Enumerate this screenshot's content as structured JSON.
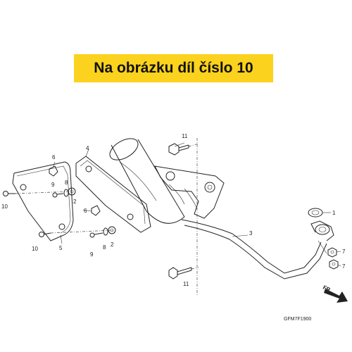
{
  "banner": {
    "text": "Na obrázku díl číslo 10",
    "background": "#fbd21d"
  },
  "diagram_code": "GFM7F1900",
  "direction_label": "FR.",
  "part_labels": {
    "p1": "1",
    "p2a": "2",
    "p2b": "2",
    "p3": "3",
    "p4": "4",
    "p5": "5",
    "p6a": "6",
    "p6b": "6",
    "p7a": "7",
    "p7b": "7",
    "p8a": "8",
    "p8b": "8",
    "p9a": "9",
    "p9b": "9",
    "p10a": "10",
    "p10b": "10",
    "p11a": "11",
    "p11b": "11"
  }
}
